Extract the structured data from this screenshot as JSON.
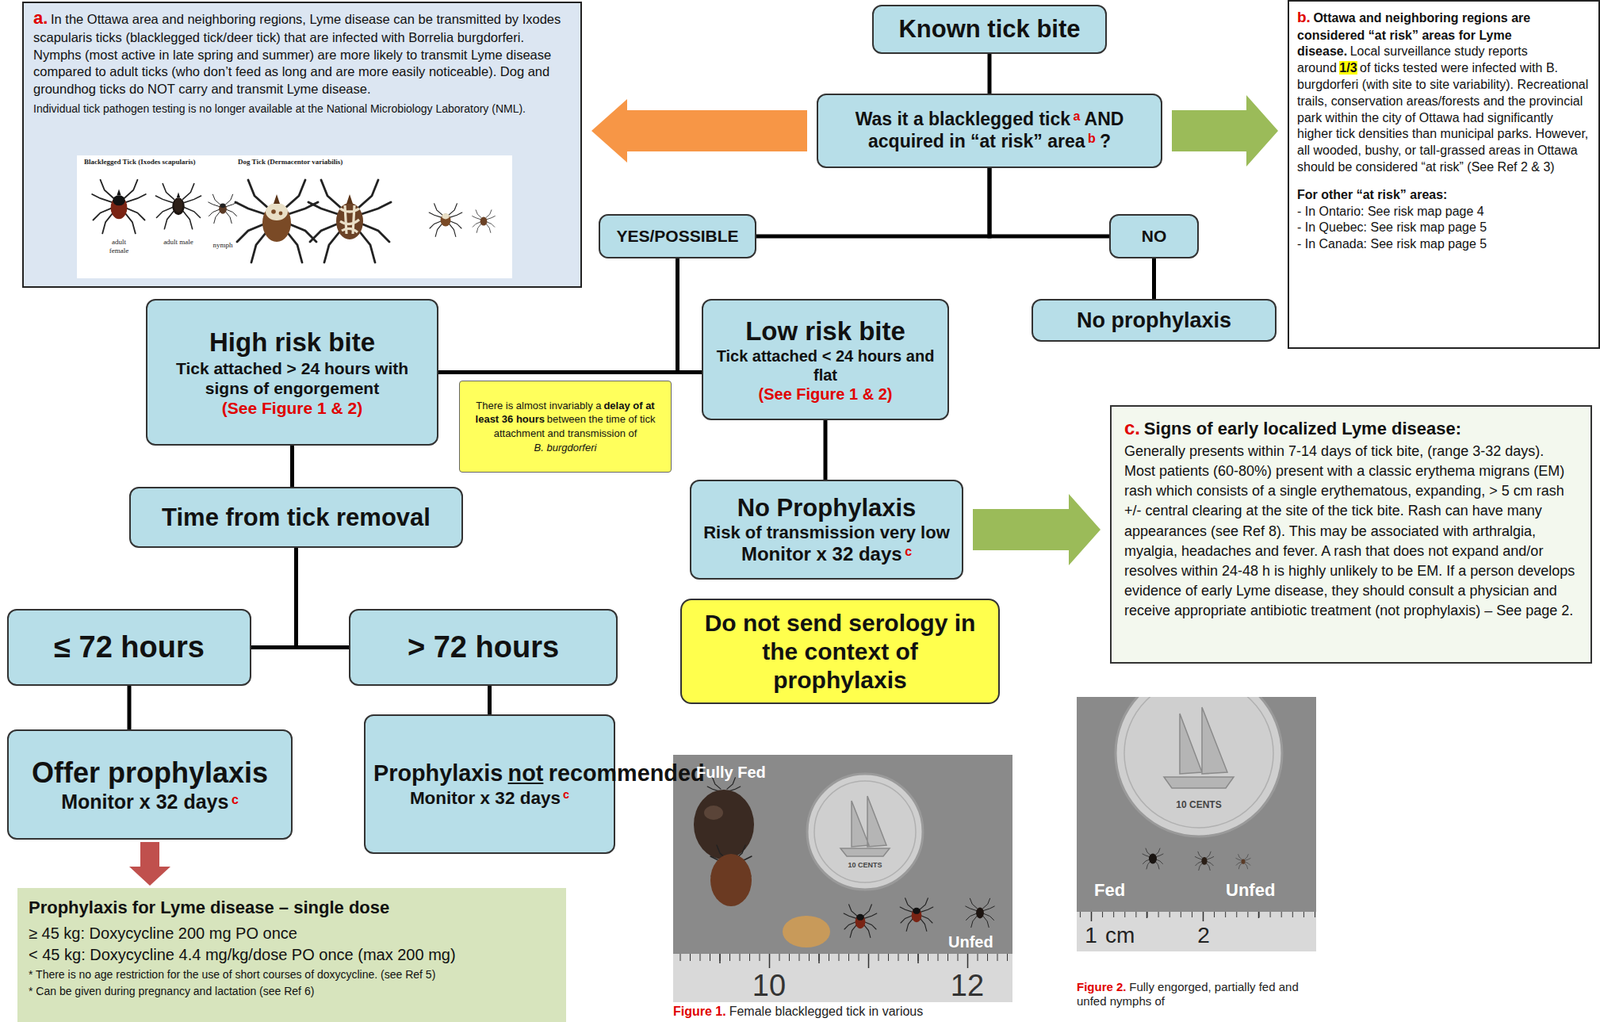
{
  "diagram": {
    "nodes": [
      {
        "text": [
          "a.",
          "In the Ottawa area and neighboring regions, Lyme disease can be transmitted by Ixodes scapularis ticks (blacklegged tick/deer tick) that are infected with Borrelia burgdorferi. Nymphs (most active in late spring and summer) are more likely to transmit Lyme disease compared to adult ticks (who don’t feed as long and are more easily noticeable). Dog and groundhog ticks do NOT carry and transmit Lyme disease.",
          "Individual tick pathogen testing is no longer available at the National Microbiology Laboratory (NML)."
        ]
      },
      {
        "text": [
          "Known tick bite"
        ]
      },
      {
        "text": [
          "Was it a blacklegged tick",
          "a",
          "AND acquired in “at risk” area",
          "b",
          "?"
        ]
      },
      {
        "text": [
          "b.",
          "Ottawa and neighboring regions are considered “at risk” areas for Lyme disease.",
          "Local surveillance study reports around",
          "1/3",
          "of ticks tested were infected with B. burgdorferi (with site to site variability). Recreational trails, conservation areas/forests and the provincial park within the city of Ottawa had significantly higher tick densities than municipal parks. However, all wooded, bushy, or tall-grassed areas in Ottawa should be considered “at risk” (See Ref 2 & 3)",
          "For other “at risk” areas:",
          "- In Ontario: See risk map page 4",
          "- In Quebec: See risk map page 5",
          "- In Canada: See risk map page 5"
        ]
      },
      {
        "text": [
          "YES/POSSIBLE"
        ]
      },
      {
        "text": [
          "NO"
        ]
      },
      {
        "text": [
          "No prophylaxis"
        ]
      },
      {
        "text": [
          "High risk bite",
          "Tick attached > 24 hours with signs of engorgement",
          "(See Figure 1 & 2)"
        ]
      },
      {
        "text": [
          "There is almost invariably a",
          "delay of at least 36 hours",
          "between the time of tick attachment and transmission of",
          "B. burgdorferi"
        ]
      },
      {
        "text": [
          "Low risk bite",
          "Tick attached < 24 hours and flat",
          "(See Figure 1 & 2)"
        ]
      },
      {
        "text": [
          "c.",
          "Signs of early localized Lyme disease:",
          "Generally presents within 7-14 days of tick bite, (range 3-32 days). Most patients (60-80%) present with a classic erythema migrans (EM) rash which consists of a single erythematous, expanding, > 5 cm rash +/- central clearing at the site of the tick bite. Rash can have many appearances (see Ref 8). This may be associated with arthralgia, myalgia, headaches and fever. A rash that does not expand and/or resolves within 24-48 h is highly unlikely to be EM. If a person develops evidence of early Lyme disease, they should consult a physician and receive appropriate antibiotic treatment (not prophylaxis) – See page 2."
        ]
      },
      {
        "text": [
          "Time from tick removal"
        ]
      },
      {
        "text": [
          "No Prophylaxis",
          "Risk of transmission very low",
          "Monitor x 32 days",
          "c"
        ]
      },
      {
        "text": [
          "≤ 72 hours"
        ]
      },
      {
        "text": [
          "> 72 hours"
        ]
      },
      {
        "text": [
          "Do not send serology in the context of prophylaxis"
        ]
      },
      {
        "text": [
          "Offer prophylaxis",
          "Monitor x 32 days",
          "c"
        ]
      },
      {
        "text": [
          "Prophylaxis",
          "not",
          "recommended",
          "Monitor x 32 days",
          "c"
        ]
      },
      {
        "text": [
          "Prophylaxis for Lyme disease – single dose",
          "≥ 45 kg: Doxycycline 200 mg PO once",
          "< 45 kg: Doxycycline 4.4 mg/kg/dose PO once (max 200 mg)",
          "* There is no age restriction for the use of short courses of doxycycline. (see Ref 5)",
          "* Can be given during pregnancy and lactation (see Ref 6)"
        ]
      }
    ],
    "edges": [
      {
        "from": 1,
        "to": 2,
        "arrow": "none"
      },
      {
        "from": 2,
        "to": 4,
        "arrow": "none"
      },
      {
        "from": 2,
        "to": 5,
        "arrow": "none"
      },
      {
        "from": 5,
        "to": 6,
        "arrow": "none"
      },
      {
        "from": 4,
        "to": 7,
        "arrow": "none"
      },
      {
        "from": 4,
        "to": 9,
        "arrow": "none"
      },
      {
        "from": 7,
        "to": 11,
        "arrow": "none"
      },
      {
        "from": 9,
        "to": 12,
        "arrow": "none"
      },
      {
        "from": 11,
        "to": 13,
        "arrow": "none"
      },
      {
        "from": 11,
        "to": 14,
        "arrow": "none"
      },
      {
        "from": 13,
        "to": 16,
        "arrow": "none"
      },
      {
        "from": 14,
        "to": 17,
        "arrow": "none"
      },
      {
        "from": 2,
        "to": 0,
        "arrow": "to"
      },
      {
        "from": 2,
        "to": 3,
        "arrow": "to"
      },
      {
        "from": 12,
        "to": 10,
        "arrow": "to"
      },
      {
        "from": 16,
        "to": 18,
        "arrow": "to"
      }
    ],
    "labels": [
      "Blacklegged Tick (Ixodes scapularis)",
      "Dog Tick (Dermacentor variabilis)",
      "adult female",
      "adult male",
      "nymph",
      "Fully Fed",
      "Unfed",
      "10",
      "12",
      "Fed",
      "Unfed",
      "1",
      "cm",
      "2",
      "Figure 1.",
      "Female blacklegged tick in various",
      "Figure 2.",
      "Fully engorged, partially fed and unfed nymphs of",
      "10 CENTS",
      "10 CENTS"
    ]
  }
}
